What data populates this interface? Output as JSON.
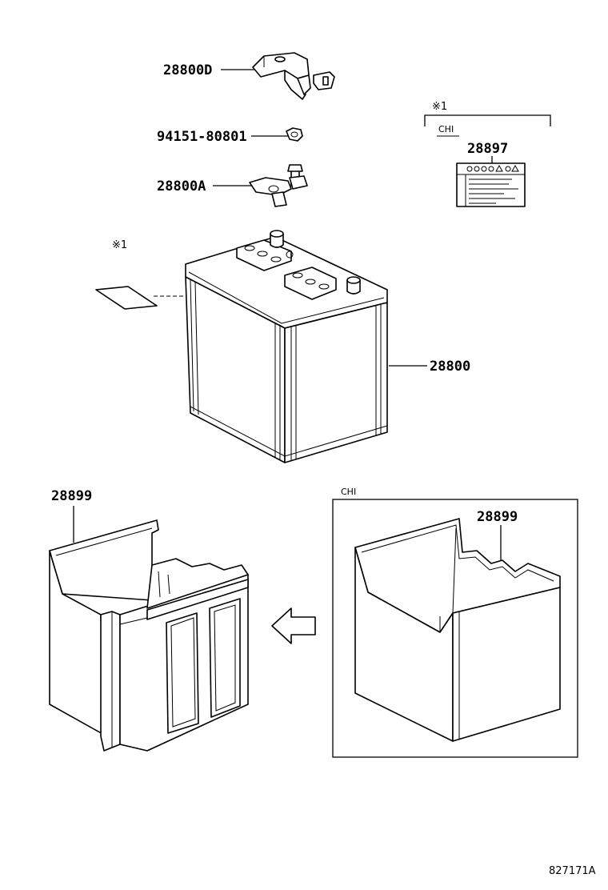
{
  "labels": {
    "cover": "28800D",
    "nut": "94151-80801",
    "clamp": "28800A",
    "battery": "28800",
    "caution_label": "28897",
    "tray_left": "28899",
    "tray_right": "28899"
  },
  "notes": {
    "ref_mark_top": "※1",
    "ref_mark_left": "※1",
    "chi_label_box": "CHI",
    "chi_tray_box": "CHI"
  },
  "diagram_id": "827171A"
}
